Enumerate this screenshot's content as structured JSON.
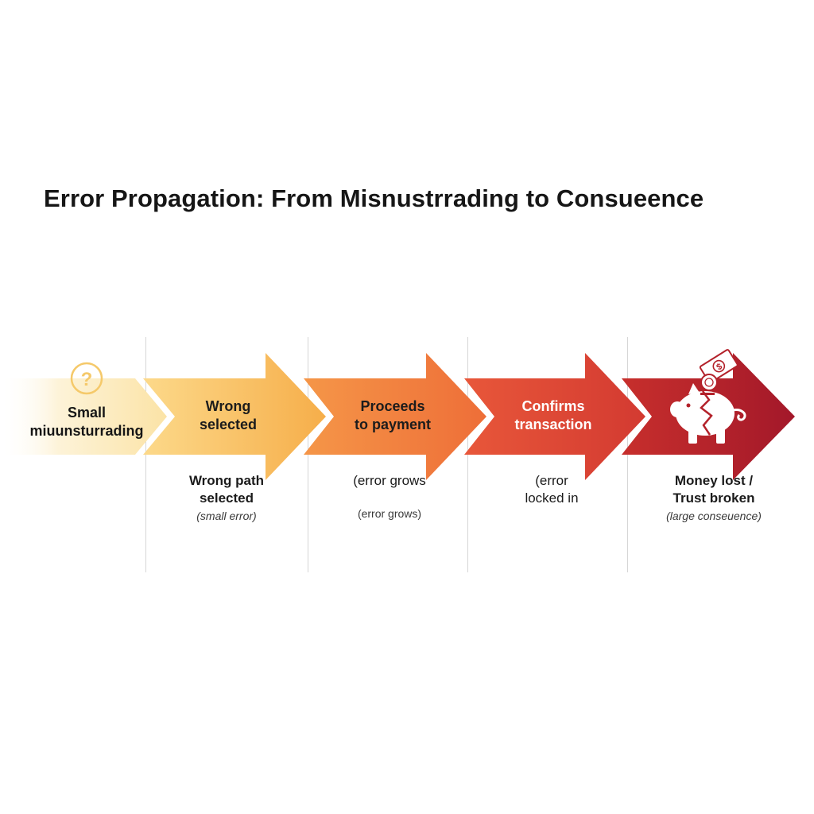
{
  "title": "Error Propagation: From Misnustrrading to Consueence",
  "colors": {
    "stage1": "#fdf1d2",
    "stage2": "#f9c25e",
    "stage3": "#f0803d",
    "stage4": "#dc4a35",
    "stage5": "#b3212a",
    "divider": "#d6d6d6"
  },
  "icons": {
    "stage1": "question-circle-icon",
    "stage5": "broken-piggy-bank-icon"
  },
  "stages": [
    {
      "arrow_lines": [
        "Small",
        "miuunsturrading"
      ],
      "below_main": [],
      "below_sub": ""
    },
    {
      "arrow_lines": [
        "Wrong",
        "selected"
      ],
      "below_main": [
        "Wrong path",
        "selected"
      ],
      "below_sub": "(small error)"
    },
    {
      "arrow_lines": [
        "Proceeds",
        "to payment"
      ],
      "below_main": [
        "(error grows"
      ],
      "below_sub": "(error grows)"
    },
    {
      "arrow_lines": [
        "Confirms",
        "transaction"
      ],
      "below_main": [
        "(error",
        "locked in"
      ],
      "below_sub": ""
    },
    {
      "arrow_lines": [],
      "below_main": [
        "Money lost /",
        "Trust broken"
      ],
      "below_sub": "(large conseuence)"
    }
  ]
}
